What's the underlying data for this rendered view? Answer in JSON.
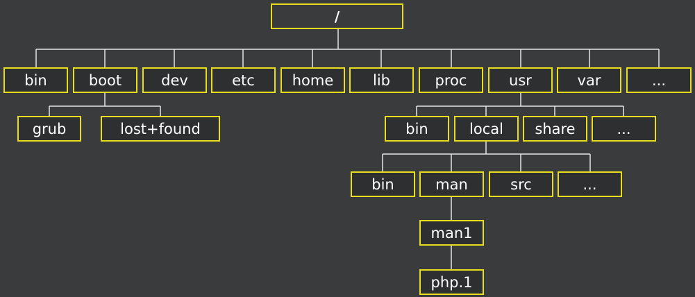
{
  "tree": {
    "root": "/",
    "top_level": [
      "bin",
      "boot",
      "dev",
      "etc",
      "home",
      "lib",
      "proc",
      "usr",
      "var",
      "..."
    ],
    "boot_children": [
      "grub",
      "lost+found"
    ],
    "usr_children": [
      "bin",
      "local",
      "share",
      "..."
    ],
    "local_children": [
      "bin",
      "man",
      "src",
      "..."
    ],
    "man_child": "man1",
    "man1_child": "php.1"
  },
  "colors": {
    "background": "#3a3b3d",
    "node_fill": "#2d2f31",
    "node_border": "#e8de1e",
    "node_text": "#ffffff",
    "connector": "#e6e6e6"
  }
}
